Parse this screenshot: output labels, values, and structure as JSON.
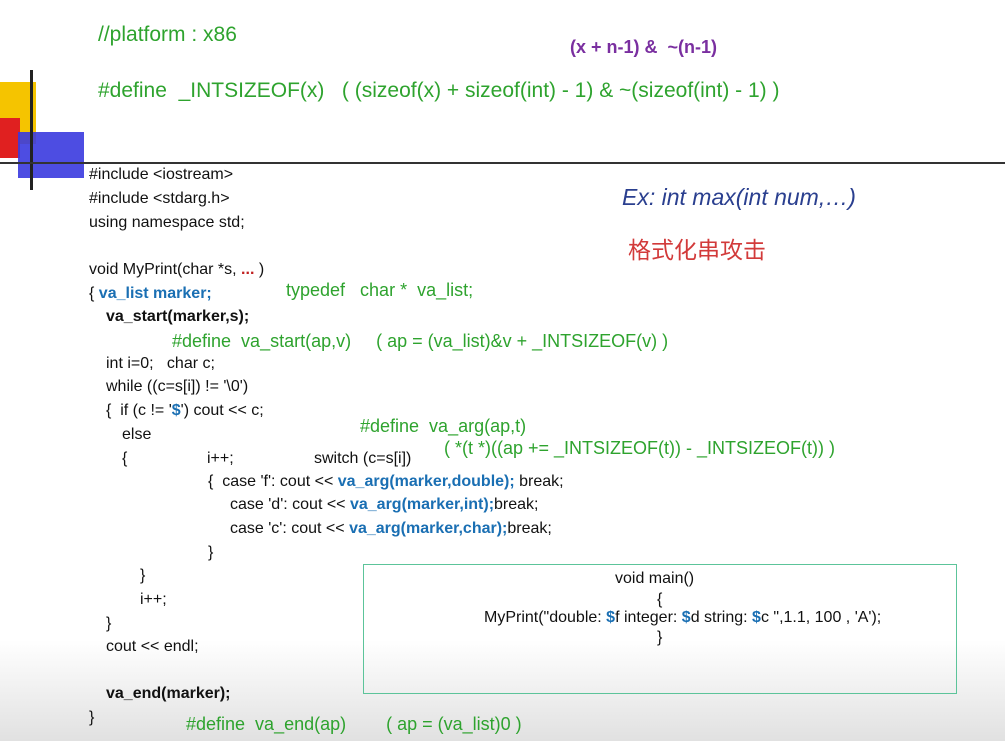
{
  "header": {
    "platform": "//platform : x86",
    "align_expr": "(x + n-1) &  ~(n-1)",
    "intsizeof_define": "#define  _INTSIZEOF(x)   ( (sizeof(x) + sizeof(int) - 1) & ~(sizeof(int) - 1) )"
  },
  "notes": {
    "example": "Ex: int max(int num,…)",
    "chinese": "格式化串攻击"
  },
  "code": {
    "l1": "#include <iostream>",
    "l2": "#include <stdarg.h>",
    "l3": "using namespace std;",
    "l4a": "void MyPrint(char *s, ",
    "l4b": "...",
    "l4c": " )",
    "l5a": "{ ",
    "l5b": "va_list marker;",
    "l6": "va_start(marker,s);",
    "l7": "int i=0;   char c;",
    "l8": "while ((c=s[i]) != '\\0')",
    "l9a": "{  if (c != '",
    "l9b": "$",
    "l9c": "') cout << c;",
    "l10": "else",
    "l11a": "{",
    "l11b": "i++;",
    "l11c": "switch (c=s[i])",
    "l12a": "{  case 'f': cout << ",
    "l12b": "va_arg(marker,double);",
    "l12c": " break;",
    "l13a": "case 'd': cout << ",
    "l13b": "va_arg(marker,int);",
    "l13c": "break;",
    "l14a": "case 'c': cout << ",
    "l14b": "va_arg(marker,char);",
    "l14c": "break;",
    "l15": "}",
    "l16": "}",
    "l17": "i++;",
    "l18": "}",
    "l19": "cout << endl;",
    "l20": "va_end(marker);",
    "l21": "}"
  },
  "annotations": {
    "typedef": "typedef   char *  va_list;",
    "va_start_def": "#define  va_start(ap,v)     ( ap = (va_list)&v + _INTSIZEOF(v) )",
    "va_arg_def1": "#define  va_arg(ap,t)",
    "va_arg_def2": "( *(t *)((ap += _INTSIZEOF(t)) - _INTSIZEOF(t)) )",
    "va_end_def": "#define  va_end(ap)        ( ap = (va_list)0 )"
  },
  "main_box": {
    "line1": "void main()",
    "line2": "{",
    "line3a": "MyPrint(\"double: ",
    "line3b": "$",
    "line3c": "f integer: ",
    "line3d": "$",
    "line3e": "d string: ",
    "line3f": "$",
    "line3g": "c \",1.1, 100 , 'A');",
    "line4": "}"
  },
  "colors": {
    "green": "#2ea32e",
    "purple": "#7a2fa0",
    "blue": "#1a6fb3",
    "red": "#c02020"
  }
}
